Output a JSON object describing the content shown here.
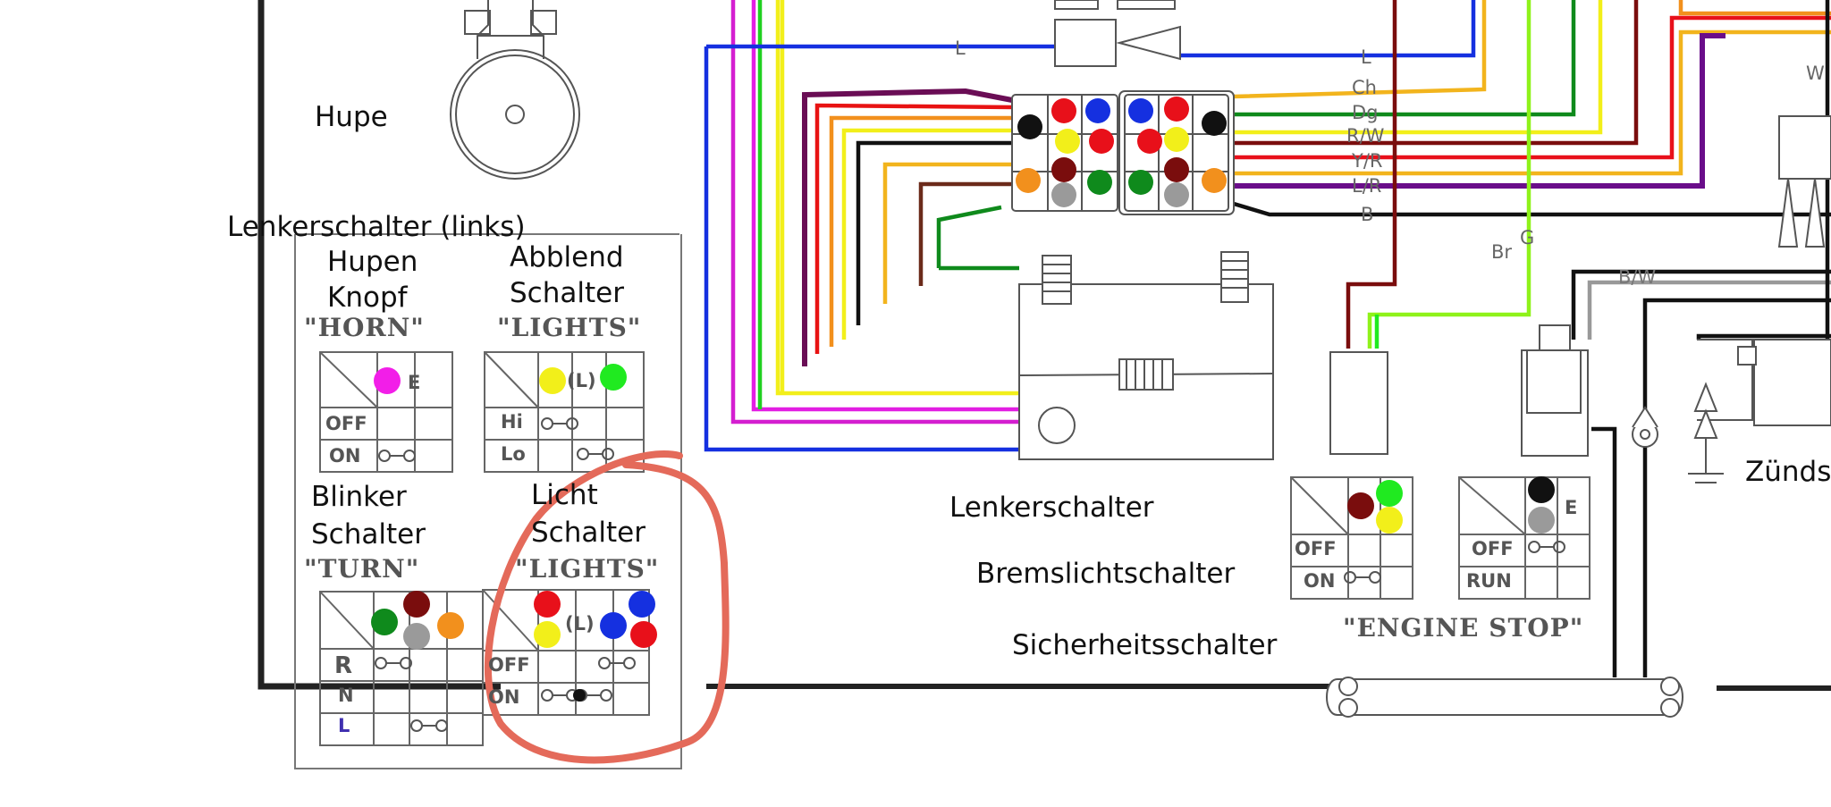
{
  "labels": {
    "hupe": "Hupe",
    "lenkerschalter_links": "Lenkerschalter (links)",
    "hupen_knopf_1": "Hupen",
    "hupen_knopf_2": "Knopf",
    "abblend_1": "Abblend",
    "abblend_2": "Schalter",
    "blinker_1": "Blinker",
    "blinker_2": "Schalter",
    "licht_1": "Licht",
    "licht_2": "Schalter",
    "lenkerschalter": "Lenkerschalter",
    "bremslichtschalter": "Bremslichtschalter",
    "sicherheitsschalter": "Sicherheitsschalter",
    "zuend": "Zünds"
  },
  "symbols": {
    "horn": "\"HORN\"",
    "lights_dimmer": "\"LIGHTS\"",
    "turn": "\"TURN\"",
    "lights_main": "\"LIGHTS\"",
    "engine_stop": "\"ENGINE STOP\""
  },
  "switch_cells": {
    "off": "OFF",
    "on": "ON",
    "hi": "Hi",
    "lo": "Lo",
    "r": "R",
    "n": "N",
    "l": "L",
    "run": "RUN",
    "e": "E",
    "l_bracket": "(L)"
  },
  "wire_labels": {
    "l": "L",
    "ch": "Ch",
    "dg": "Dg",
    "b": "B",
    "br": "Br",
    "l_right": "L",
    "w": "W",
    "r_w": "R/W",
    "y_r": "Y/R",
    "l_r": "L/R",
    "br_w": "B/W",
    "g": "G"
  },
  "colors": {
    "red": "#e8101a",
    "yellow": "#f2ef1a",
    "blue": "#1530e0",
    "green": "#0f8a1c",
    "lightgreen": "#20ea20",
    "brown": "#7a0d0d",
    "orange": "#f2901d",
    "magenta": "#f21ee8",
    "gray": "#9a9a9a",
    "black": "#111111",
    "highlight": "#e46a5a"
  }
}
